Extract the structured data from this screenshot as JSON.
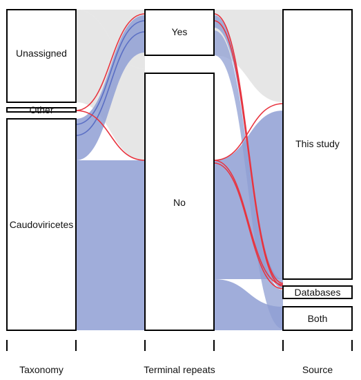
{
  "colors": {
    "gray_flow": "#e3e3e3",
    "blue_flow": "#8f9fd3",
    "blue_line": "#5b6fc4",
    "red_line": "#e8343f"
  },
  "axes": [
    {
      "id": "taxonomy",
      "label": "Taxonomy"
    },
    {
      "id": "terminal",
      "label": "Terminal repeats"
    },
    {
      "id": "source",
      "label": "Source"
    }
  ],
  "nodes": {
    "unassigned": "Unassigned",
    "other": "Other",
    "caudoviricetes": "Caudoviricetes",
    "yes": "Yes",
    "no": "No",
    "this_study": "This study",
    "databases": "Databases",
    "both": "Both"
  }
}
